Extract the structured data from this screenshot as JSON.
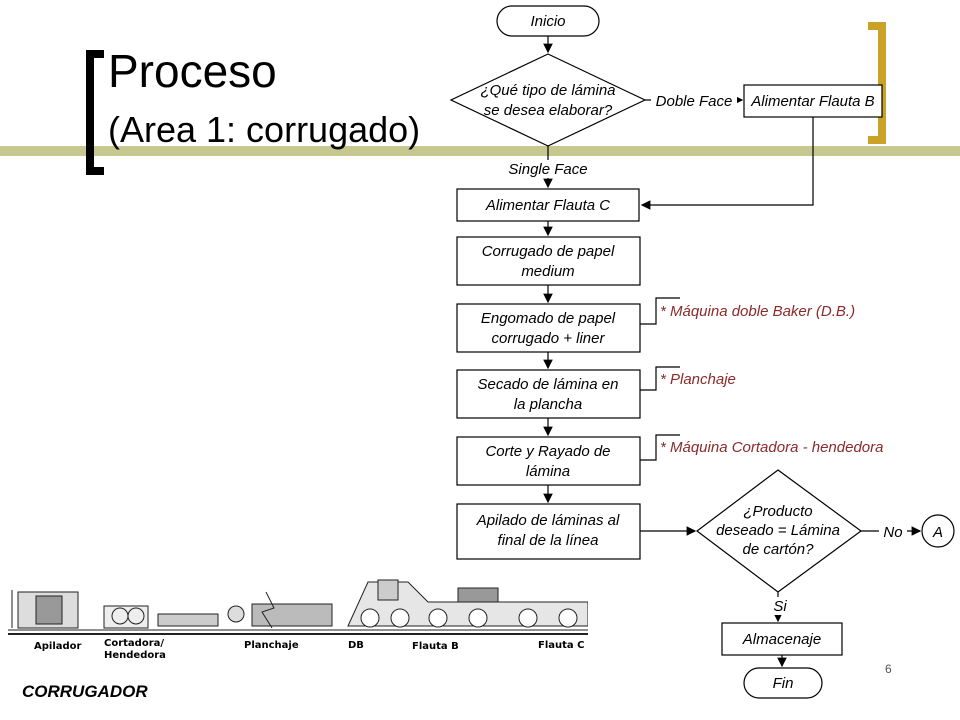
{
  "slide": {
    "title": "Proceso",
    "subtitle": "(Area 1: corrugado)",
    "page_number": "6",
    "caption": "CORRUGADOR"
  },
  "flowchart": {
    "start": "Inicio",
    "decision1": [
      "¿Qué tipo de lámina",
      "se desea elaborar?"
    ],
    "branch_double": "Doble Face",
    "feed_b": "Alimentar Flauta B",
    "branch_single": "Single Face",
    "feed_c": "Alimentar Flauta C",
    "corrugado": [
      "Corrugado de papel",
      "medium"
    ],
    "engomado": [
      "Engomado de papel",
      "corrugado + liner"
    ],
    "secado": [
      "Secado de lámina en",
      "la plancha"
    ],
    "corte": [
      "Corte y Rayado de",
      "lámina"
    ],
    "apilado": [
      "Apilado de láminas al",
      "final de la línea"
    ],
    "decision2": [
      "¿Producto",
      "deseado = Lámina",
      "de cartón?"
    ],
    "no_label": "No",
    "connector_a": "A",
    "yes_label": "Si",
    "almacenaje": "Almacenaje",
    "end": "Fin",
    "note_db": "* Máquina doble Baker (D.B.)",
    "note_planchaje": "* Planchaje",
    "note_cortadora": "* Máquina Cortadora - hendedora"
  },
  "machine_labels": {
    "apilador": "Apilador",
    "cortadora_1": "Cortadora/",
    "cortadora_2": "Hendedora",
    "planchaje": "Planchaje",
    "db": "DB",
    "flauta_b": "Flauta B",
    "flauta_c": "Flauta C"
  }
}
